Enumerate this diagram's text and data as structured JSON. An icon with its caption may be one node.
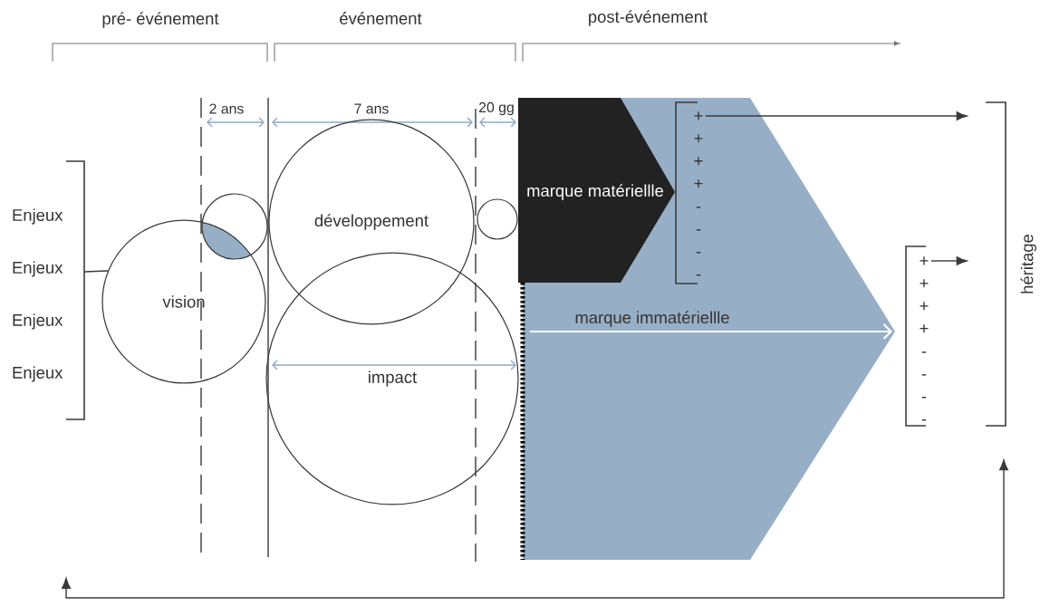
{
  "diagram": {
    "nodes": [
      {
        "text": [
          "Enjeux",
          "Enjeux",
          "Enjeux",
          "Enjeux"
        ]
      },
      {
        "text": [
          "vision"
        ]
      },
      {
        "text": [],
        "shape": "circle"
      },
      {
        "text": [
          "développement"
        ]
      },
      {
        "text": [
          "impact"
        ]
      },
      {
        "text": [],
        "shape": "circle"
      },
      {
        "text": [
          "marque matériellle"
        ],
        "in": 7
      },
      {
        "text": [
          "marque immatériellle"
        ]
      },
      {
        "text": [
          "+",
          "+",
          "+",
          "+",
          "-",
          "-",
          "-",
          "-"
        ],
        "in": 7
      },
      {
        "text": [
          "+",
          "+",
          "+",
          "+",
          "-",
          "-",
          "-",
          "-"
        ]
      },
      {
        "text": [
          "héritage"
        ]
      }
    ],
    "edges": [
      {
        "from": 0,
        "to": 1,
        "arrow": "none"
      },
      {
        "from": 8,
        "to": 10,
        "arrow": "to"
      },
      {
        "from": 9,
        "to": 10,
        "arrow": "to"
      },
      {
        "from": null,
        "to": 10,
        "arrow": "both"
      }
    ],
    "labels": [
      "pré- événement",
      "événement",
      "post-événement",
      "2 ans",
      "7 ans",
      "20 gg"
    ]
  }
}
